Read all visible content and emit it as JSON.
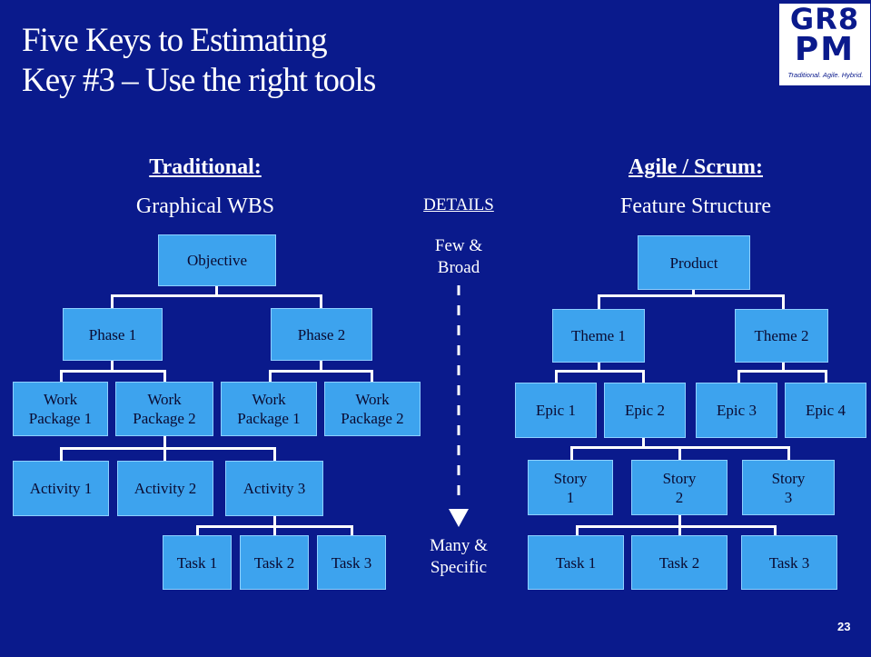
{
  "slide": {
    "title_line1": "Five Keys to Estimating",
    "title_line2": "Key #3 – Use the right tools",
    "page_number": "23"
  },
  "logo": {
    "line1": "GR8",
    "line2": "PM",
    "tagline": "Traditional. Agile. Hybrid."
  },
  "left": {
    "heading": "Traditional:",
    "subheading": "Graphical WBS",
    "objective": "Objective",
    "phases": [
      "Phase 1",
      "Phase 2"
    ],
    "work_packages": [
      "Work\nPackage 1",
      "Work\nPackage 2",
      "Work\nPackage 1",
      "Work\nPackage 2"
    ],
    "activities": [
      "Activity 1",
      "Activity 2",
      "Activity 3"
    ],
    "tasks": [
      "Task 1",
      "Task 2",
      "Task 3"
    ]
  },
  "middle": {
    "details_label": "DETAILS",
    "top_text": "Few &\nBroad",
    "bottom_text": "Many &\nSpecific"
  },
  "right": {
    "heading": "Agile / Scrum:",
    "subheading": "Feature Structure",
    "product": "Product",
    "themes": [
      "Theme 1",
      "Theme 2"
    ],
    "epics": [
      "Epic 1",
      "Epic 2",
      "Epic 3",
      "Epic 4"
    ],
    "stories": [
      "Story\n1",
      "Story\n2",
      "Story\n3"
    ],
    "tasks": [
      "Task 1",
      "Task 2",
      "Task 3"
    ]
  },
  "colors": {
    "background": "#0a1a8c",
    "box_fill": "#3da3ee",
    "box_text": "#0a0a30",
    "text": "#ffffff"
  }
}
